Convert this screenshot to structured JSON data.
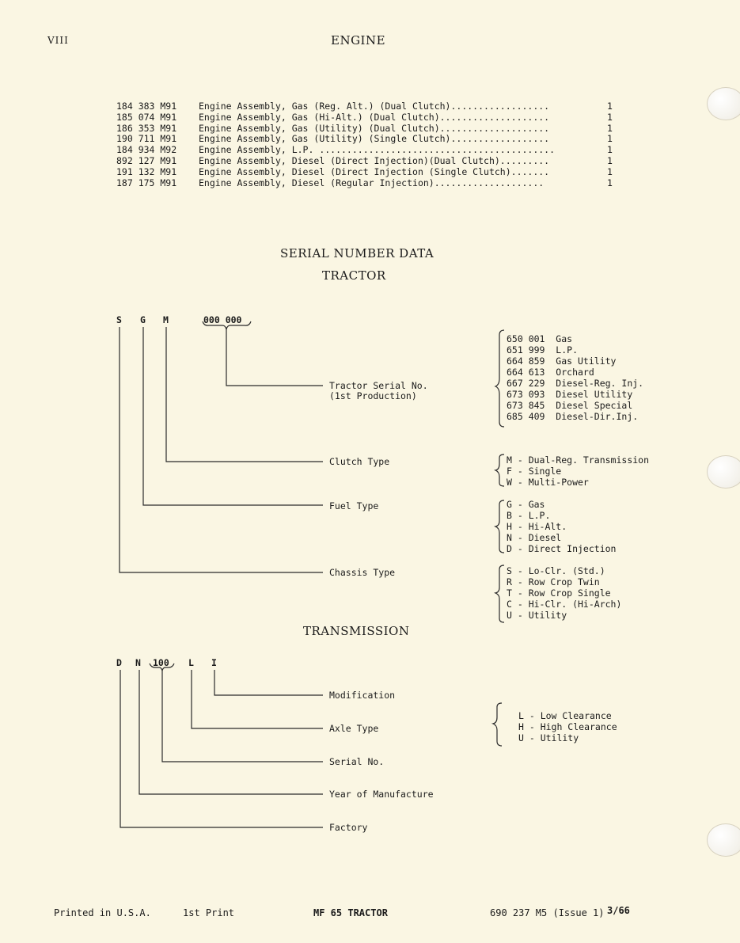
{
  "page": {
    "number": "VIII",
    "title": "ENGINE"
  },
  "parts": [
    {
      "part_no": "184 383 M91",
      "description": "Engine Assembly, Gas (Reg. Alt.) (Dual Clutch)..................",
      "qty": "1"
    },
    {
      "part_no": "185 074 M91",
      "description": "Engine Assembly, Gas (Hi-Alt.) (Dual Clutch)....................",
      "qty": "1"
    },
    {
      "part_no": "186 353 M91",
      "description": "Engine Assembly, Gas (Utility) (Dual Clutch)....................",
      "qty": "1"
    },
    {
      "part_no": "190 711 M91",
      "description": "Engine Assembly, Gas (Utility) (Single Clutch)..................",
      "qty": "1"
    },
    {
      "part_no": "184 934 M92",
      "description": "Engine Assembly, L.P. ...........................................",
      "qty": "1"
    },
    {
      "part_no": "892 127 M91",
      "description": "Engine Assembly, Diesel (Direct Injection)(Dual Clutch).........",
      "qty": "1"
    },
    {
      "part_no": "191 132 M91",
      "description": "Engine Assembly, Diesel (Direct Injection (Single Clutch).......",
      "qty": "1"
    },
    {
      "part_no": "187 175 M91",
      "description": "Engine Assembly, Diesel (Regular Injection)....................",
      "qty": "1"
    }
  ],
  "serial_section": {
    "title": "SERIAL NUMBER DATA",
    "subtitle": "TRACTOR"
  },
  "tractor": {
    "code_letters": [
      "S",
      "G",
      "M"
    ],
    "serial_placeholder": "000 000",
    "labels": {
      "serial": "Tractor Serial No.",
      "serial_note": "(1st Production)",
      "clutch": "Clutch Type",
      "fuel": "Fuel Type",
      "chassis": "Chassis Type"
    },
    "production_serials": [
      "650 001  Gas",
      "651 999  L.P.",
      "664 859  Gas Utility",
      "664 613  Orchard",
      "667 229  Diesel-Reg. Inj.",
      "673 093  Diesel Utility",
      "673 845  Diesel Special",
      "685 409  Diesel-Dir.Inj."
    ],
    "clutch_codes": [
      "M - Dual-Reg. Transmission",
      "F - Single",
      "W - Multi-Power"
    ],
    "fuel_codes": [
      "G - Gas",
      "B - L.P.",
      "H - Hi-Alt.",
      "N - Diesel",
      "D - Direct Injection"
    ],
    "chassis_codes": [
      "S - Lo-Clr. (Std.)",
      "R - Row Crop Twin",
      "T - Row Crop Single",
      "C - Hi-Clr. (Hi-Arch)",
      "U - Utility"
    ]
  },
  "transmission": {
    "title": "TRANSMISSION",
    "code_parts": [
      "D",
      "N",
      "100",
      "L",
      "I"
    ],
    "labels": {
      "modification": "Modification",
      "axle": "Axle Type",
      "serial": "Serial No.",
      "year": "Year of Manufacture",
      "factory": "Factory"
    },
    "axle_codes": [
      "L - Low Clearance",
      "H - High Clearance",
      "U - Utility"
    ]
  },
  "footer": {
    "printed": "Printed in U.S.A.",
    "print": "1st Print",
    "model": "MF 65 TRACTOR",
    "doc_no": "690 237 M5 (Issue 1)",
    "date": "3/66"
  }
}
